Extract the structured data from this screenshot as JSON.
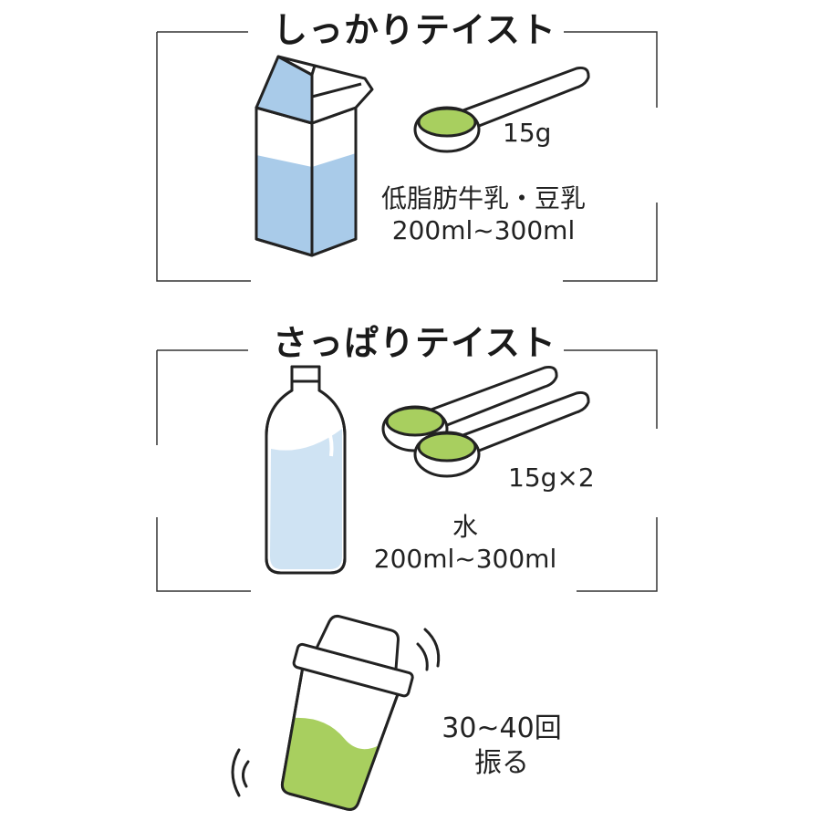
{
  "section1": {
    "title": "しっかりテイスト",
    "scoop_amount": "15g",
    "liquid_line1": "低脂肪牛乳・豆乳",
    "liquid_line2": "200ml~300ml"
  },
  "section2": {
    "title": "さっぱりテイスト",
    "scoop_amount": "15g×2",
    "liquid_line1": "水",
    "liquid_line2": "200ml~300ml"
  },
  "section3": {
    "shake_line1": "30~40回",
    "shake_line2": "振る"
  },
  "colors": {
    "milk_blue": "#a9cbe9",
    "water_blue": "#cfe3f3",
    "powder_green": "#a8cf5f",
    "line": "#222222"
  }
}
